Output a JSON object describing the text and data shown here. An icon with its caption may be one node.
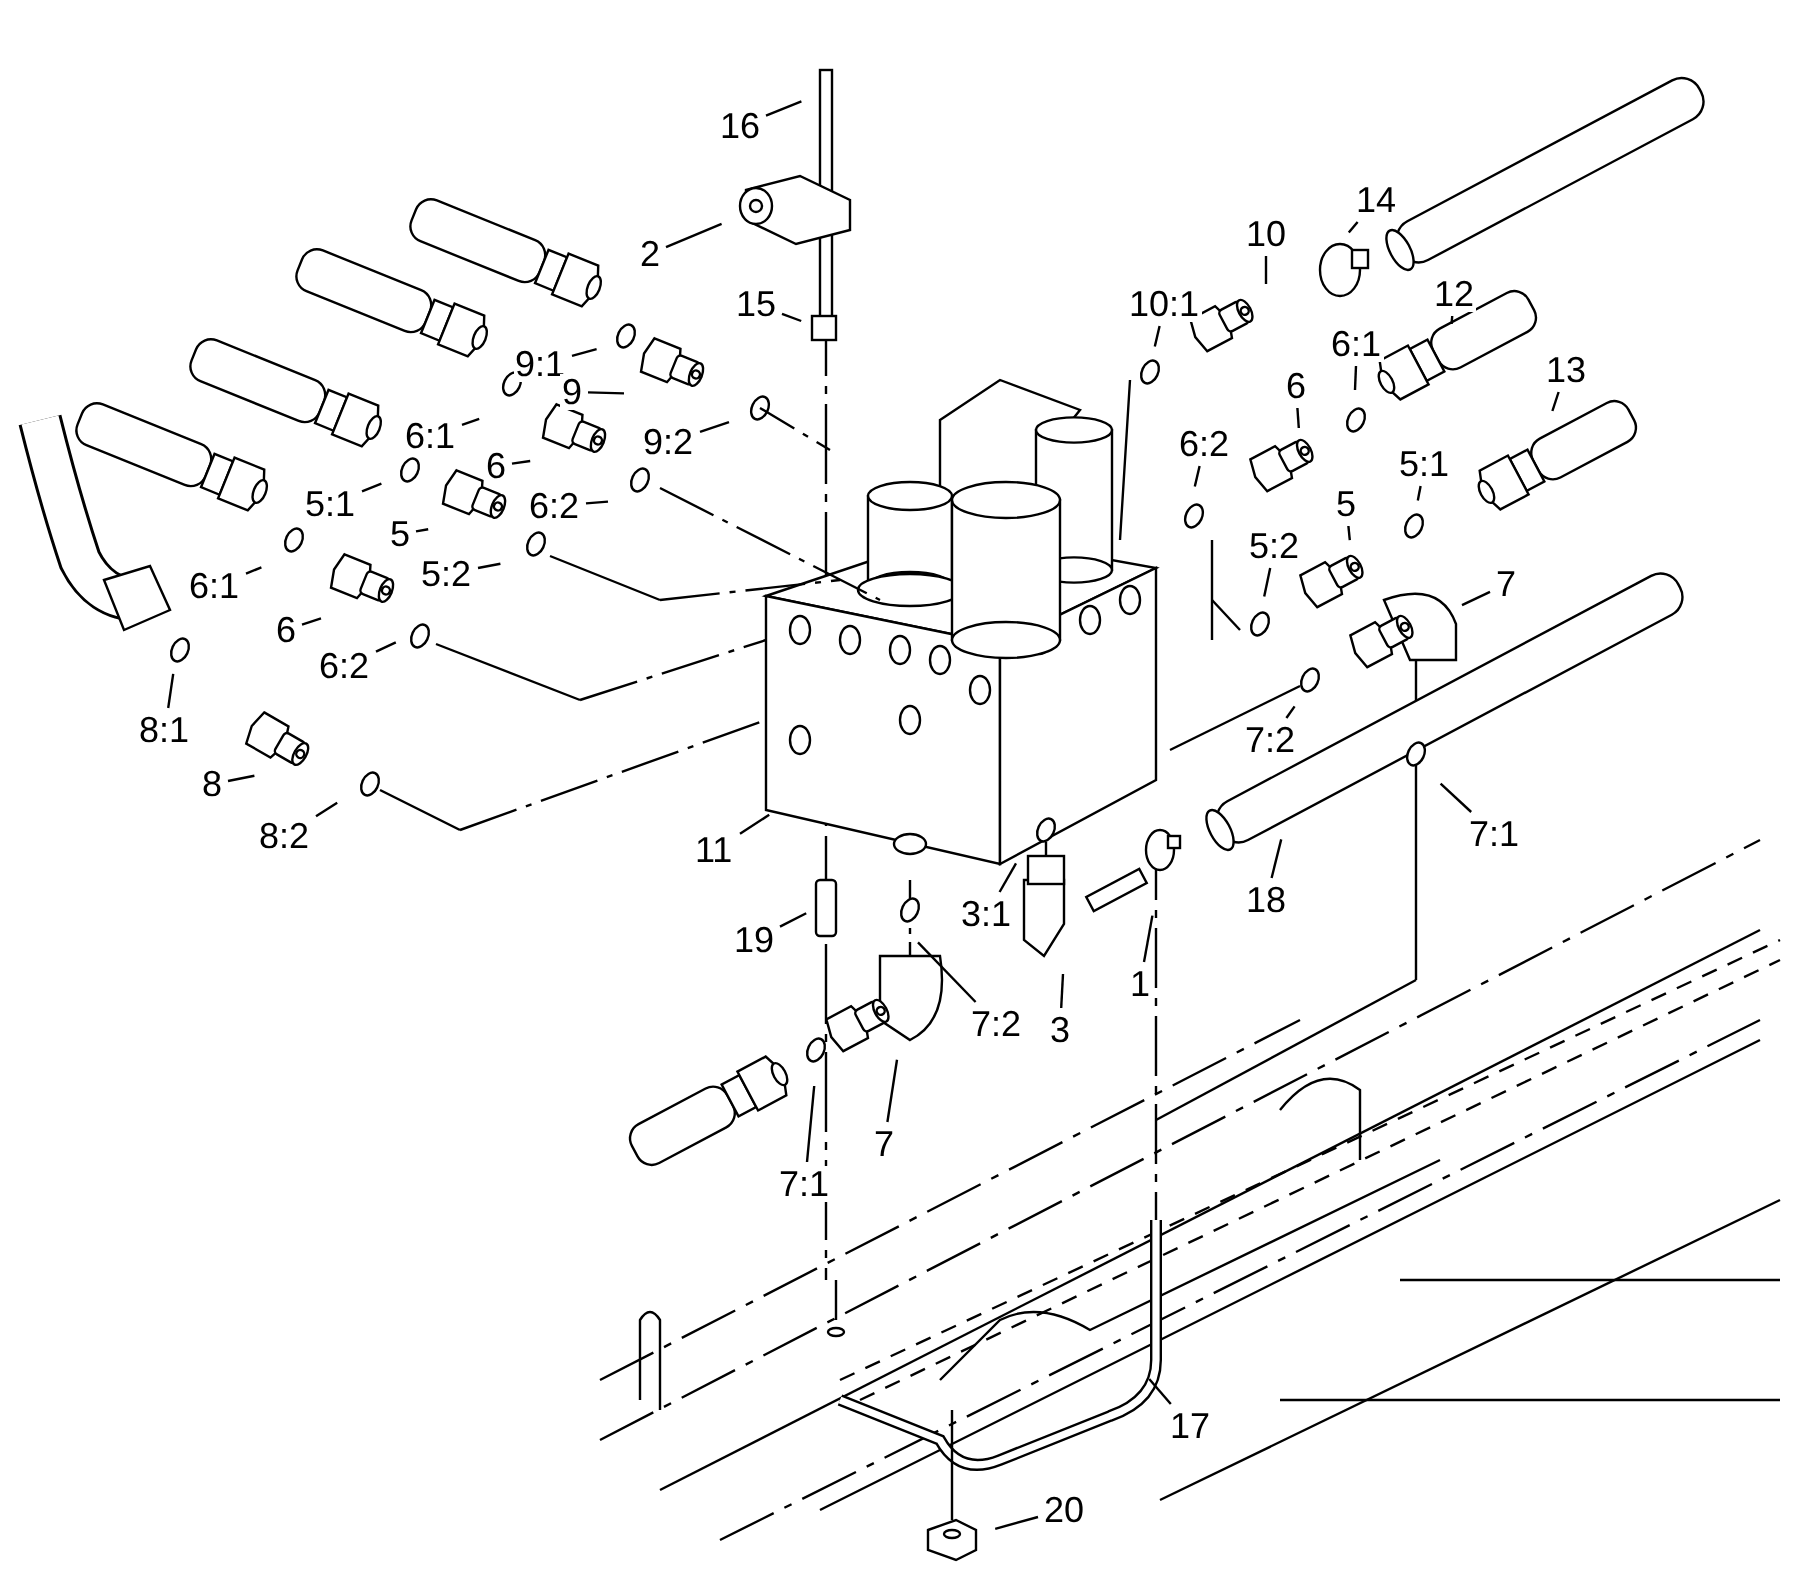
{
  "diagram": {
    "nodes": [
      {
        "text": [
          "16"
        ]
      },
      {
        "text": [
          "14"
        ]
      },
      {
        "text": [
          "10"
        ]
      },
      {
        "text": [
          "2"
        ]
      },
      {
        "text": [
          "12"
        ]
      },
      {
        "text": [
          "15"
        ]
      },
      {
        "text": [
          "10:1"
        ]
      },
      {
        "text": [
          "6:1"
        ]
      },
      {
        "text": [
          "9:1"
        ]
      },
      {
        "text": [
          "13"
        ]
      },
      {
        "text": [
          "6"
        ]
      },
      {
        "text": [
          "9"
        ]
      },
      {
        "text": [
          "9:2"
        ]
      },
      {
        "text": [
          "6:1"
        ]
      },
      {
        "text": [
          "6:2"
        ]
      },
      {
        "text": [
          "6"
        ]
      },
      {
        "text": [
          "5:1"
        ]
      },
      {
        "text": [
          "5:1"
        ]
      },
      {
        "text": [
          "6:2"
        ]
      },
      {
        "text": [
          "5"
        ]
      },
      {
        "text": [
          "5"
        ]
      },
      {
        "text": [
          "5:2"
        ]
      },
      {
        "text": [
          "5:2"
        ]
      },
      {
        "text": [
          "7"
        ]
      },
      {
        "text": [
          "6:1"
        ]
      },
      {
        "text": [
          "6"
        ]
      },
      {
        "text": [
          "6:2"
        ]
      },
      {
        "text": [
          "8:1"
        ]
      },
      {
        "text": [
          "7:2"
        ]
      },
      {
        "text": [
          "8"
        ]
      },
      {
        "text": [
          "7:1"
        ]
      },
      {
        "text": [
          "8:2"
        ]
      },
      {
        "text": [
          "11"
        ]
      },
      {
        "text": [
          "18"
        ]
      },
      {
        "text": [
          "3:1"
        ]
      },
      {
        "text": [
          "19"
        ]
      },
      {
        "text": [
          "1"
        ]
      },
      {
        "text": [
          "7:2"
        ]
      },
      {
        "text": [
          "3"
        ]
      },
      {
        "text": [
          "7"
        ]
      },
      {
        "text": [
          "7:1"
        ]
      },
      {
        "text": [
          "17"
        ]
      },
      {
        "text": [
          "20"
        ]
      }
    ],
    "edges": [
      {
        "from": 0,
        "to": null,
        "arrow": "none"
      },
      {
        "from": 1,
        "to": null,
        "arrow": "none"
      },
      {
        "from": 2,
        "to": null,
        "arrow": "none"
      },
      {
        "from": 3,
        "to": null,
        "arrow": "none"
      },
      {
        "from": 4,
        "to": null,
        "arrow": "none"
      },
      {
        "from": 5,
        "to": null,
        "arrow": "none"
      },
      {
        "from": 6,
        "to": null,
        "arrow": "none"
      },
      {
        "from": 7,
        "to": null,
        "arrow": "none"
      },
      {
        "from": 8,
        "to": null,
        "arrow": "none"
      },
      {
        "from": 9,
        "to": null,
        "arrow": "none"
      },
      {
        "from": 10,
        "to": null,
        "arrow": "none"
      },
      {
        "from": 11,
        "to": null,
        "arrow": "none"
      },
      {
        "from": 12,
        "to": null,
        "arrow": "none"
      },
      {
        "from": 13,
        "to": null,
        "arrow": "none"
      },
      {
        "from": 14,
        "to": null,
        "arrow": "none"
      },
      {
        "from": 15,
        "to": null,
        "arrow": "none"
      },
      {
        "from": 16,
        "to": null,
        "arrow": "none"
      },
      {
        "from": 17,
        "to": null,
        "arrow": "none"
      },
      {
        "from": 18,
        "to": null,
        "arrow": "none"
      },
      {
        "from": 19,
        "to": null,
        "arrow": "none"
      },
      {
        "from": 20,
        "to": null,
        "arrow": "none"
      },
      {
        "from": 21,
        "to": null,
        "arrow": "none"
      },
      {
        "from": 22,
        "to": null,
        "arrow": "none"
      },
      {
        "from": 23,
        "to": null,
        "arrow": "none"
      },
      {
        "from": 24,
        "to": null,
        "arrow": "none"
      },
      {
        "from": 25,
        "to": null,
        "arrow": "none"
      },
      {
        "from": 26,
        "to": null,
        "arrow": "none"
      },
      {
        "from": 27,
        "to": null,
        "arrow": "none"
      },
      {
        "from": 28,
        "to": null,
        "arrow": "none"
      },
      {
        "from": 29,
        "to": null,
        "arrow": "none"
      },
      {
        "from": 30,
        "to": null,
        "arrow": "none"
      },
      {
        "from": 31,
        "to": null,
        "arrow": "none"
      },
      {
        "from": 32,
        "to": null,
        "arrow": "none"
      },
      {
        "from": 33,
        "to": null,
        "arrow": "none"
      },
      {
        "from": 34,
        "to": null,
        "arrow": "none"
      },
      {
        "from": 35,
        "to": null,
        "arrow": "none"
      },
      {
        "from": 36,
        "to": null,
        "arrow": "none"
      },
      {
        "from": 37,
        "to": null,
        "arrow": "none"
      },
      {
        "from": 38,
        "to": null,
        "arrow": "none"
      },
      {
        "from": 39,
        "to": null,
        "arrow": "none"
      },
      {
        "from": 40,
        "to": null,
        "arrow": "none"
      },
      {
        "from": 41,
        "to": null,
        "arrow": "none"
      },
      {
        "from": 42,
        "to": null,
        "arrow": "none"
      }
    ]
  }
}
